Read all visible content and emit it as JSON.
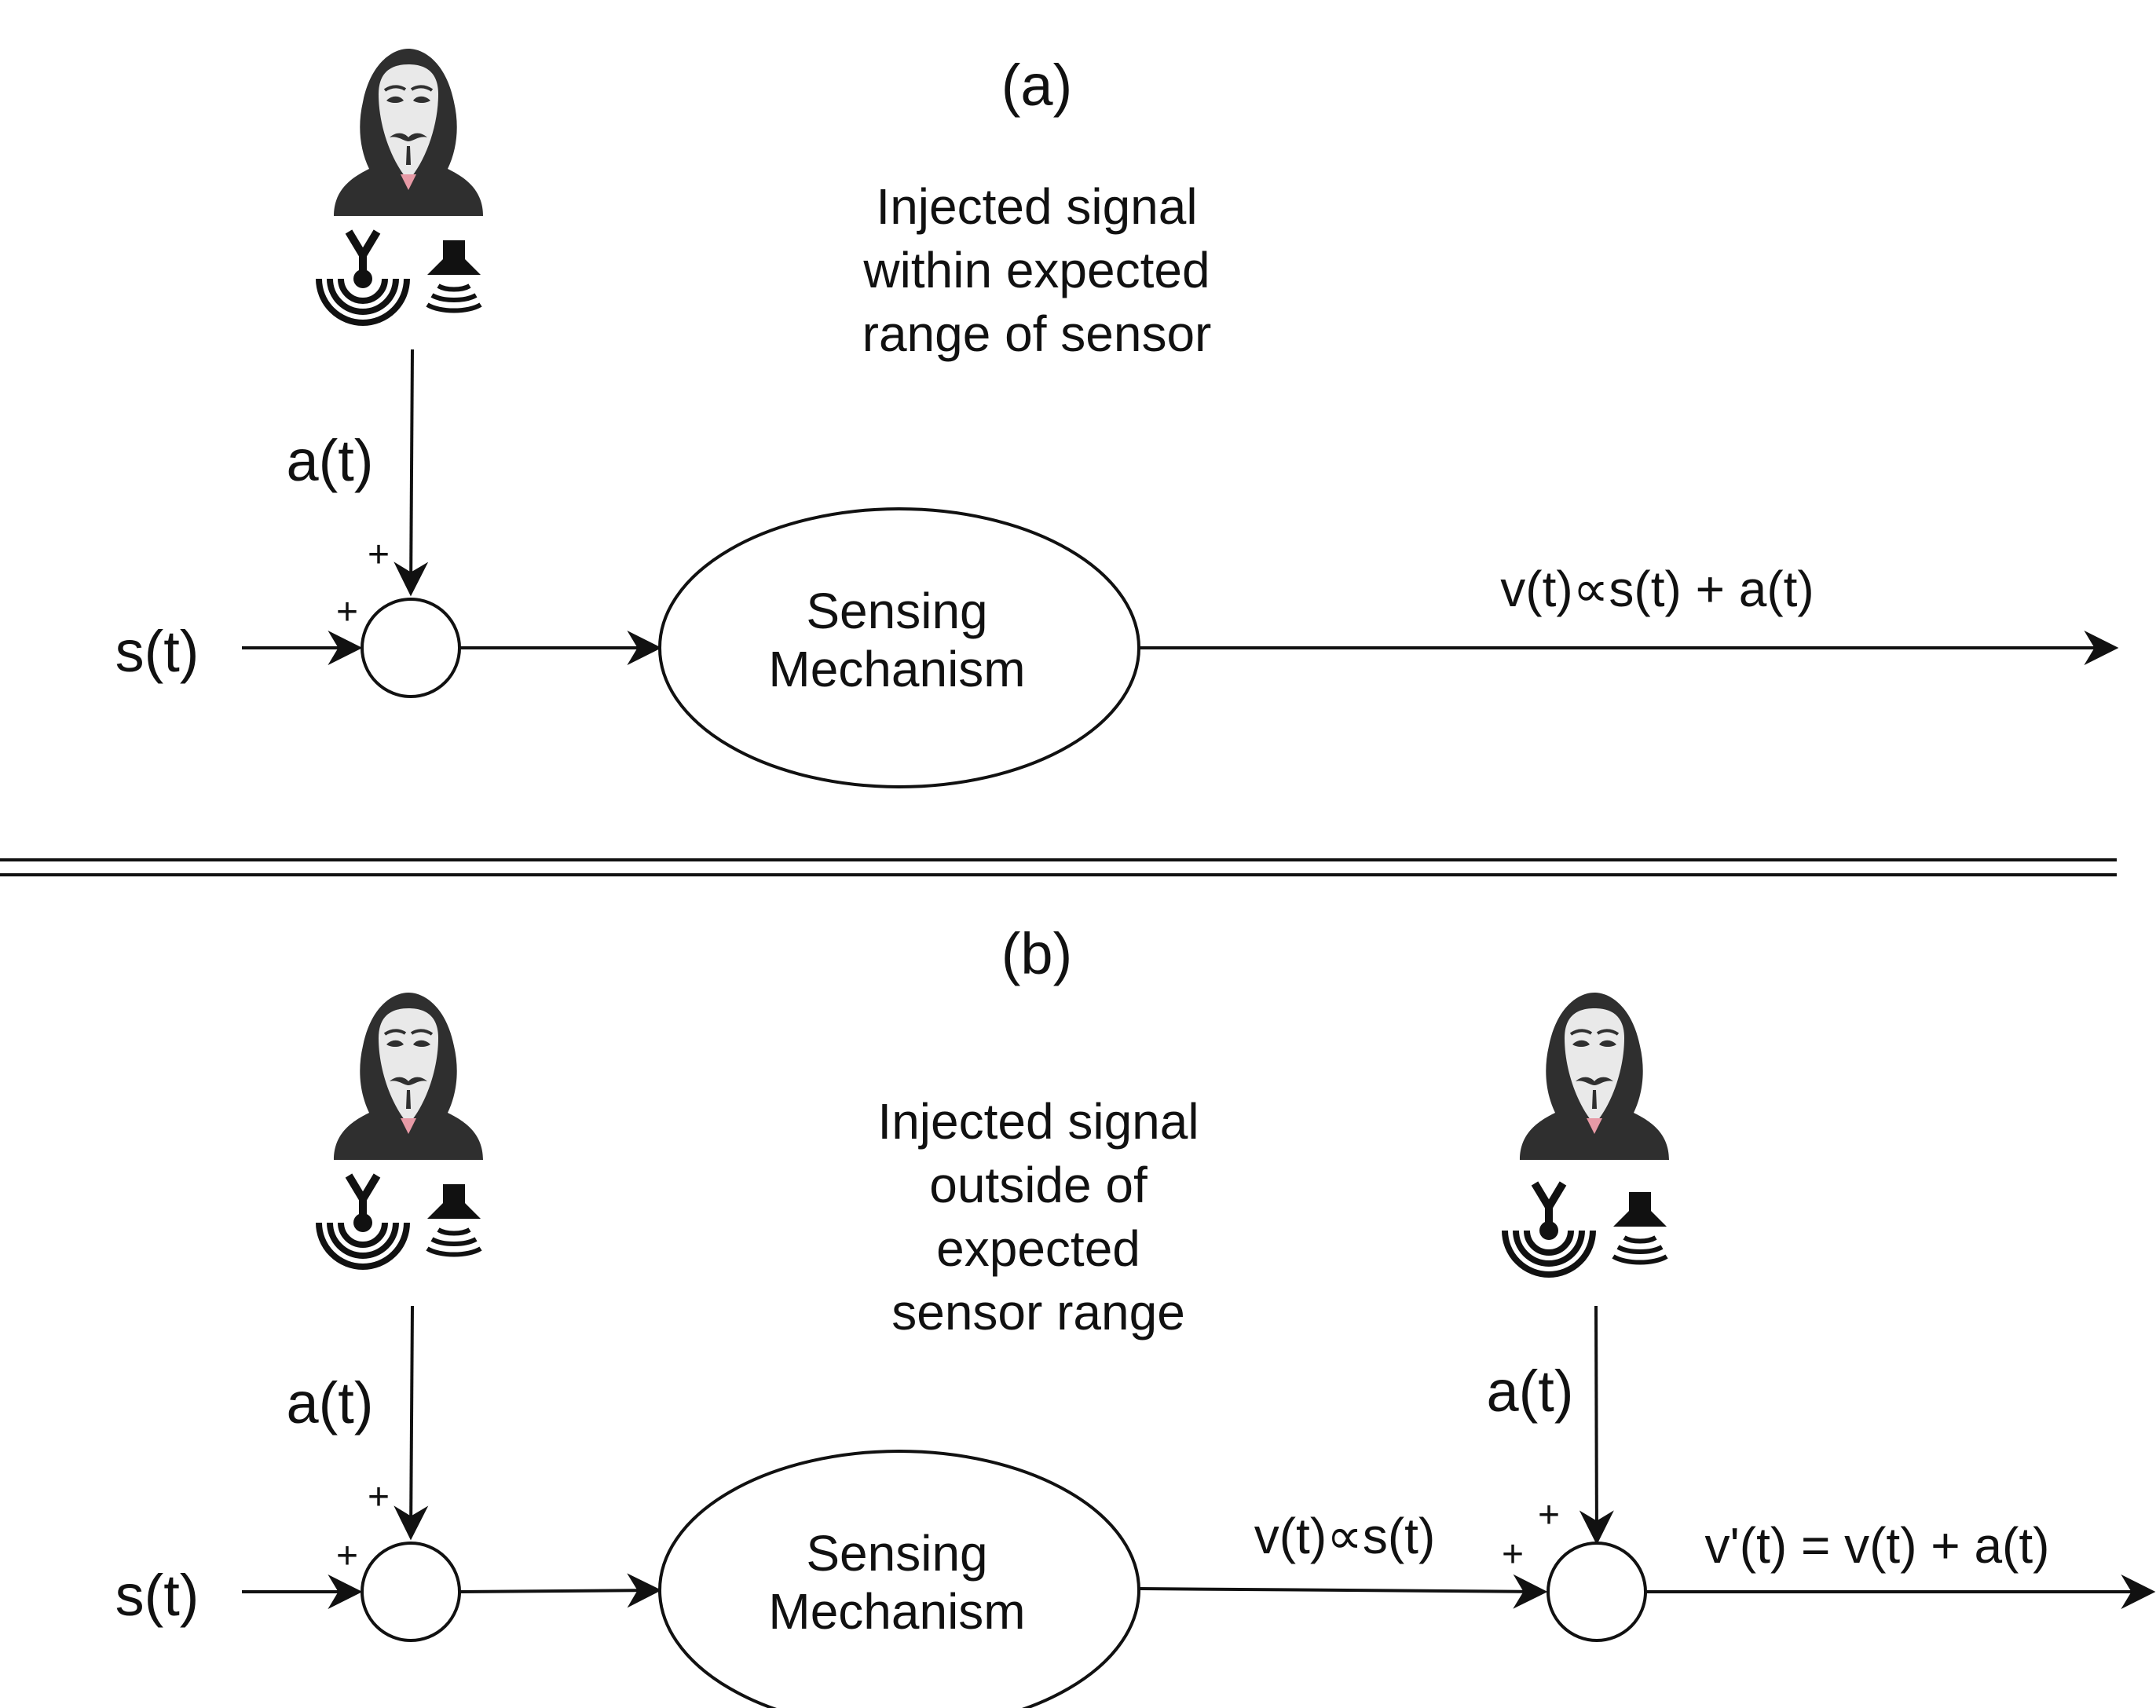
{
  "panel_a": {
    "label": "(a)",
    "caption": [
      "Injected signal",
      "within expected",
      "range of sensor"
    ],
    "input": "s(t)",
    "attack": "a(t)",
    "plus_top": "+",
    "plus_left": "+",
    "block": [
      "Sensing",
      "Mechanism"
    ],
    "output": "v(t)∝s(t) + a(t)"
  },
  "panel_b": {
    "label": "(b)",
    "caption": [
      "Injected signal",
      "outside of",
      "expected",
      "sensor range"
    ],
    "input": "s(t)",
    "attack_1": "a(t)",
    "attack_2": "a(t)",
    "plus_top_1": "+",
    "plus_left_1": "+",
    "plus_top_2": "+",
    "plus_left_2": "+",
    "block": [
      "Sensing",
      "Mechanism"
    ],
    "mid_output": "v(t)∝s(t)",
    "output": "v'(t) = v(t) + a(t)"
  },
  "icons": [
    "hacker-icon",
    "antenna-icon",
    "speaker-icon"
  ]
}
